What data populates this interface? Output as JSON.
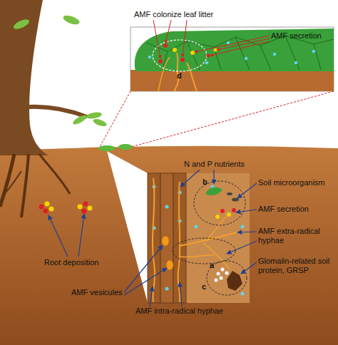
{
  "diagram": {
    "labels": [
      "AMF colonize leaf litter",
      "AMF secretion",
      "d",
      "N and P nutrients",
      "Soil microorganism",
      "b",
      "AMF secretion",
      "AMF extra-radical hyphae",
      "a",
      "Glomalin-related soil protein, GRSP",
      "c",
      "Root deposition",
      "AMF vesicules",
      "AMF intra-radical hyphae"
    ]
  }
}
